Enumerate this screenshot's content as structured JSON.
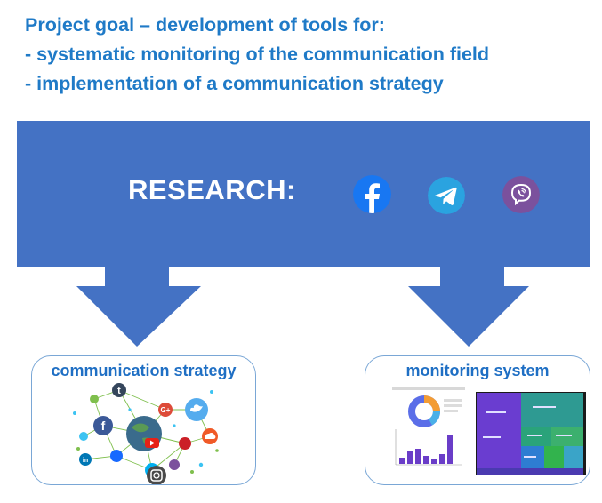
{
  "goal": {
    "line1": "Project goal – development of tools for:",
    "line2": "- systematic monitoring of the communication field",
    "line3": "- implementation of a communication strategy"
  },
  "research": {
    "label": "RESEARCH:",
    "icons": [
      "facebook-icon",
      "telegram-icon",
      "viber-icon"
    ]
  },
  "outputs": {
    "left_title": "communication strategy",
    "right_title": "monitoring system"
  },
  "colors": {
    "banner": "#4472c4",
    "title_text": "#1f7ac7",
    "facebook": "#1877f2",
    "telegram": "#2aa3e0",
    "viber": "#7b519d"
  }
}
